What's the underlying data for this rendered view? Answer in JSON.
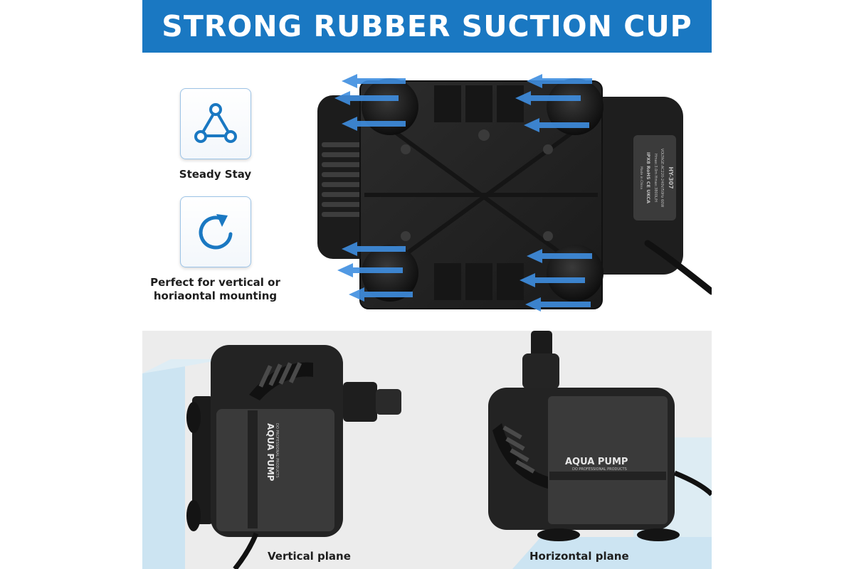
{
  "banner": {
    "title": "STRONG RUBBER SUCTION CUP",
    "color": "#1a78c2"
  },
  "features": [
    {
      "icon": "triangle-nodes-icon",
      "label": "Steady Stay"
    },
    {
      "icon": "rotate-arrow-icon",
      "label_line1": "Perfect for vertical or",
      "label_line2": "horiaontal mounting"
    }
  ],
  "pump_top": {
    "model": "HY-307",
    "spec_line1": "VOLTAGE:AC220-240V/50Hz 60W",
    "spec_line2": "Hmax:3.0m   Hmax:3800L/H",
    "marks": "IPX8 RoHS CE UKCA",
    "origin": "Made in China"
  },
  "pump_vertical": {
    "brand": "AQUA PUMP",
    "sub": "DO PROFESSIONAL PRODUCTS"
  },
  "pump_horizontal": {
    "brand": "AQUA PUMP",
    "sub": "DO PROFESSIONAL PRODUCTS"
  },
  "captions": {
    "vertical": "Vertical plane",
    "horizontal": "Horizontal plane"
  },
  "colors": {
    "accent_blue": "#1a78c2",
    "arrow_blue": "#3f8ee0",
    "pump_body": "#2b2b2b"
  }
}
